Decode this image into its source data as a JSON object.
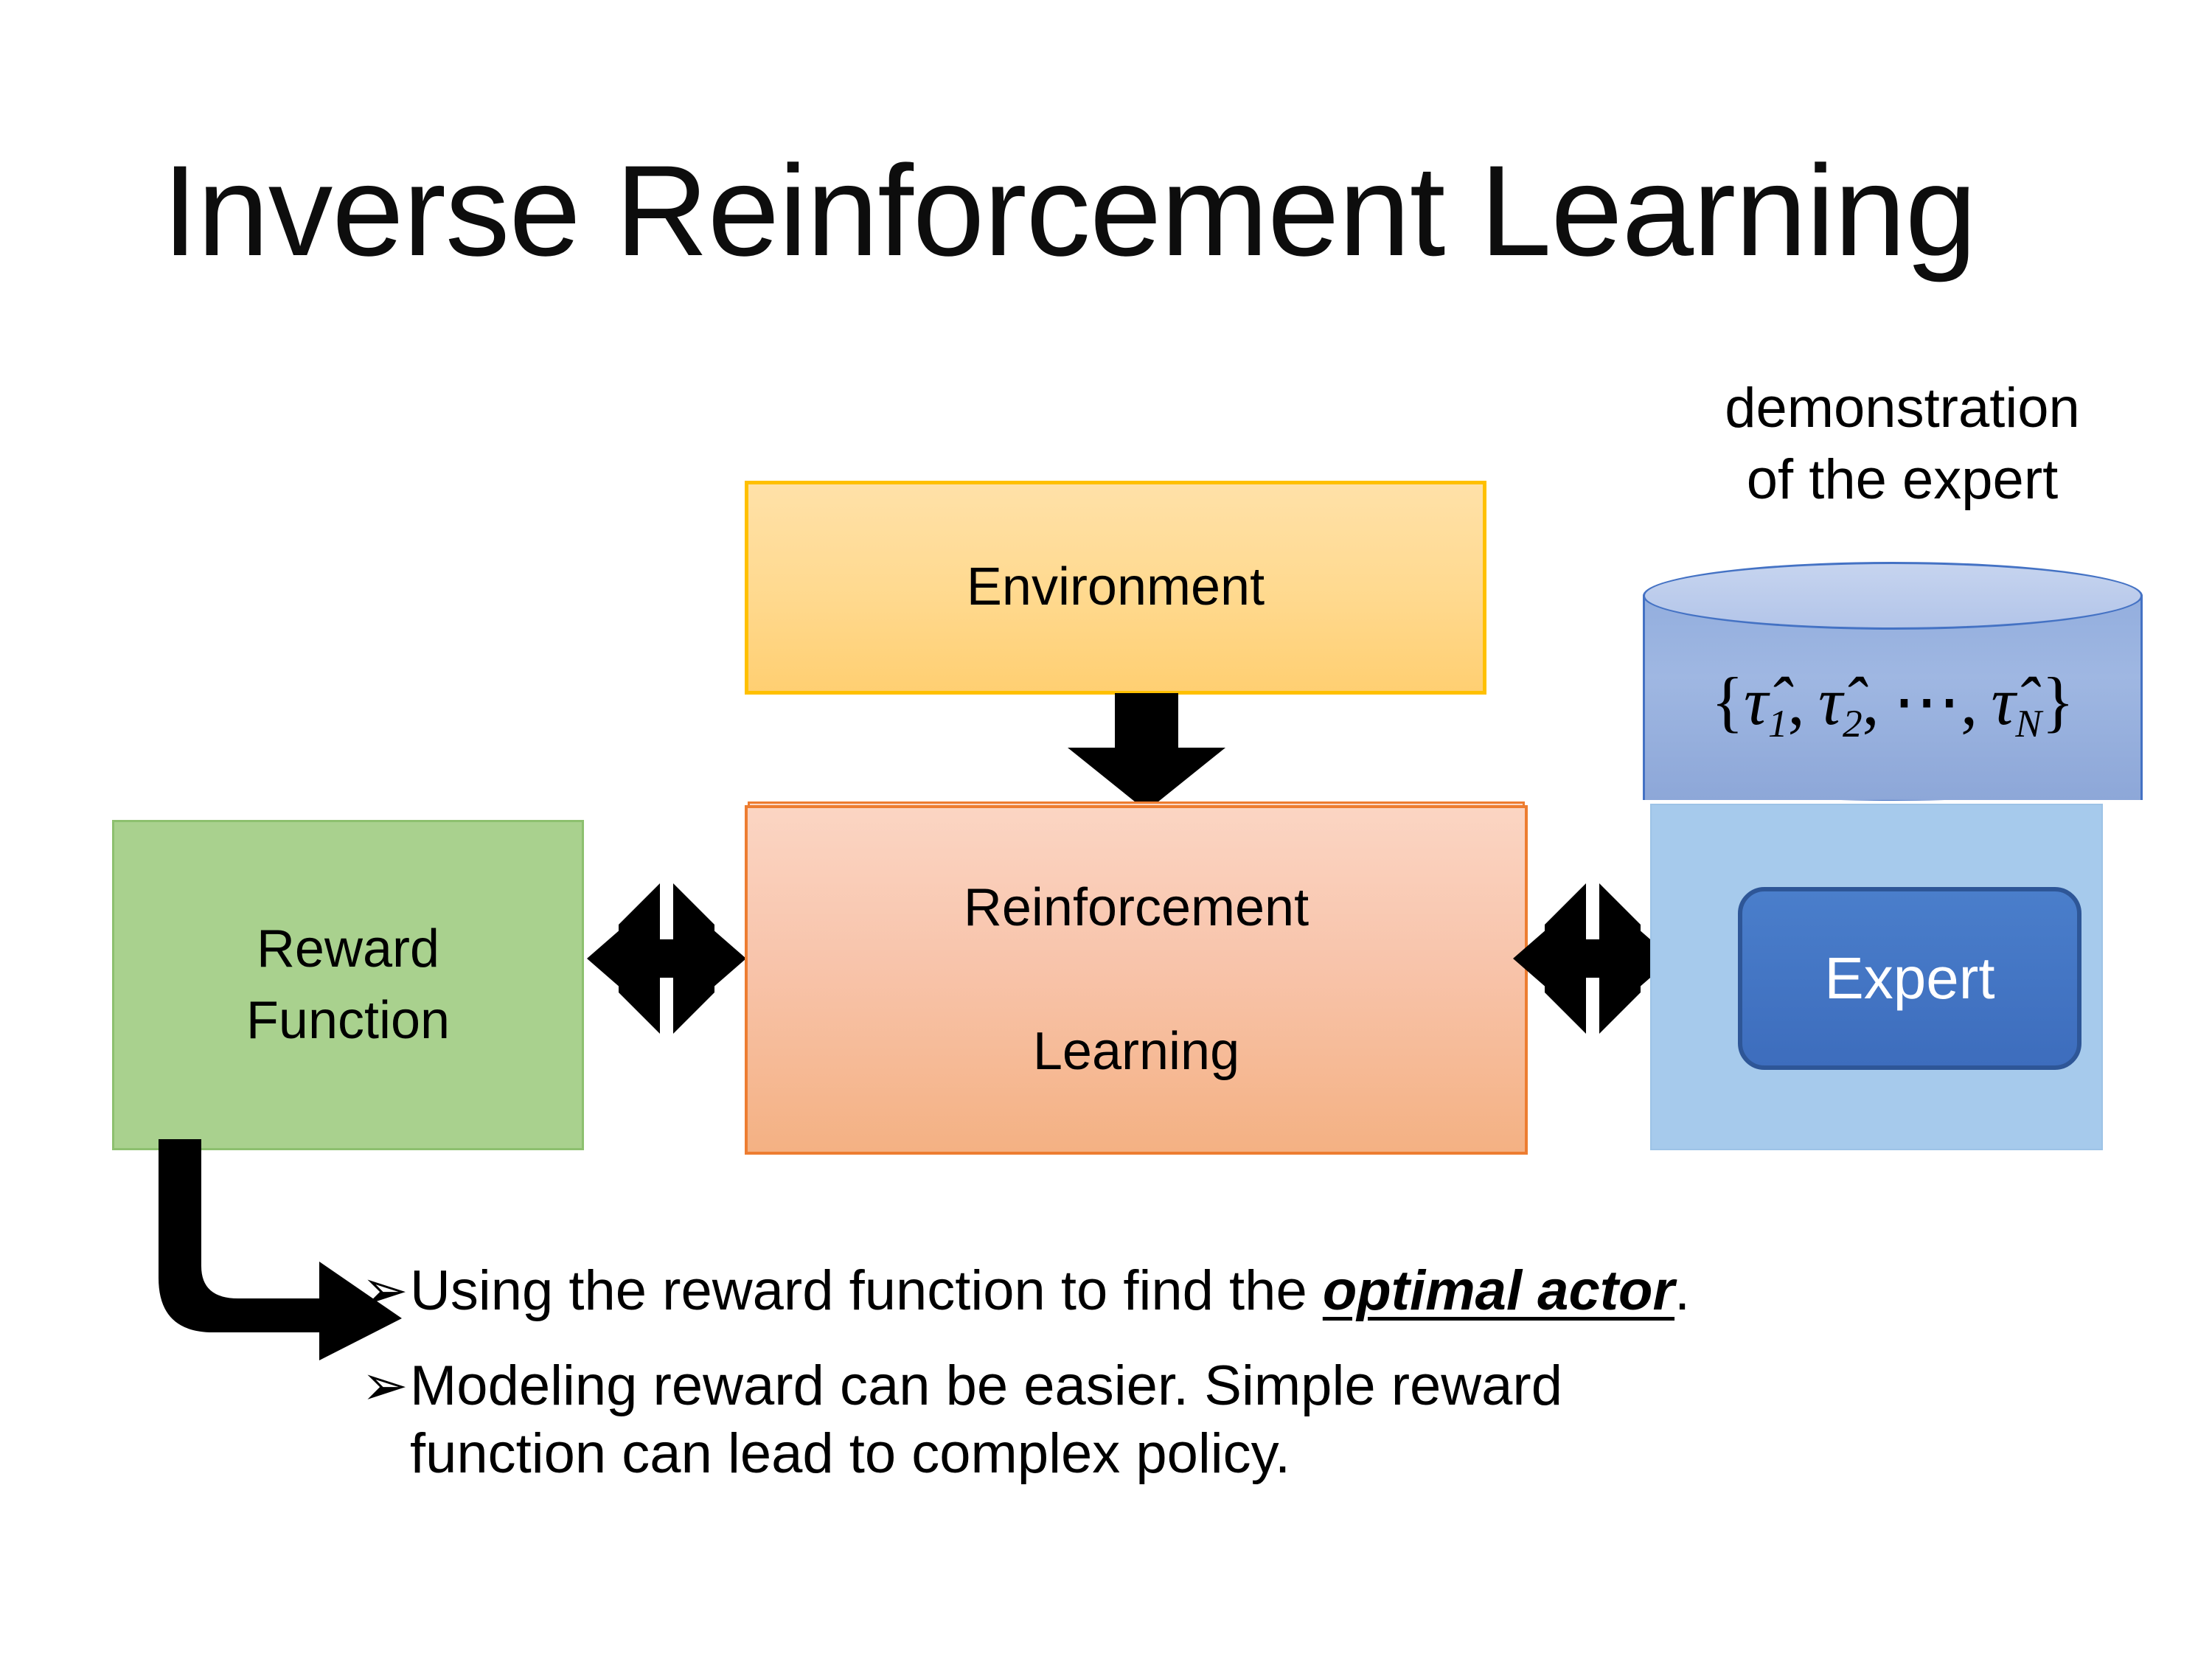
{
  "slide": {
    "title": "Inverse Reinforcement Learning",
    "background_color": "#ffffff"
  },
  "diagram": {
    "nodes": [
      {
        "id": "reward-function",
        "label": "Reward Function",
        "label_line1": "Reward",
        "label_line2": "Function",
        "fill": "#a9d18e",
        "border": "#8dc06f",
        "text_color": "#000000"
      },
      {
        "id": "reinforcement-learning",
        "label": "Reinforcement Learning",
        "label_line1": "Reinforcement",
        "label_line2": "Learning",
        "fill": "#f4b183",
        "border": "#ed7d31",
        "text_color": "#000000"
      },
      {
        "id": "environment",
        "label": "Environment",
        "fill": "#ffd966",
        "border": "#ffc000",
        "text_color": "#000000"
      },
      {
        "id": "expert",
        "label": "Expert",
        "fill": "#4472c4",
        "border": "#2e5697",
        "text_color": "#ffffff"
      }
    ],
    "demonstration": {
      "caption_line1": "demonstration",
      "caption_line2": "of the expert",
      "cylinder_fill": "#8faadc",
      "cylinder_border": "#4472c4",
      "backing_fill": "#a6caec",
      "trajectory_set": {
        "open_brace": "{",
        "items": [
          {
            "symbol": "τ̂",
            "subscript": "1"
          },
          {
            "symbol": "τ̂",
            "subscript": "2"
          }
        ],
        "ellipsis": "⋯",
        "last": {
          "symbol": "τ̂",
          "subscript": "N"
        },
        "close_brace": "}",
        "comma": ","
      }
    },
    "arrows": [
      {
        "id": "environment-to-rl",
        "kind": "down-arrow",
        "color": "#000000"
      },
      {
        "id": "reward-to-rl",
        "kind": "four-way-arrow",
        "color": "#000000"
      },
      {
        "id": "rl-to-expert",
        "kind": "four-way-arrow",
        "color": "#000000"
      },
      {
        "id": "reward-to-bullets",
        "kind": "elbow-arrow",
        "color": "#000000"
      }
    ]
  },
  "bullets": [
    {
      "marker": "➢",
      "prefix": "Using the reward function to find the ",
      "emphasis": "optimal actor",
      "suffix": "."
    },
    {
      "marker": "➢",
      "prefix": "Modeling reward can be easier. Simple reward function can lead to complex policy.",
      "emphasis": "",
      "suffix": ""
    }
  ]
}
